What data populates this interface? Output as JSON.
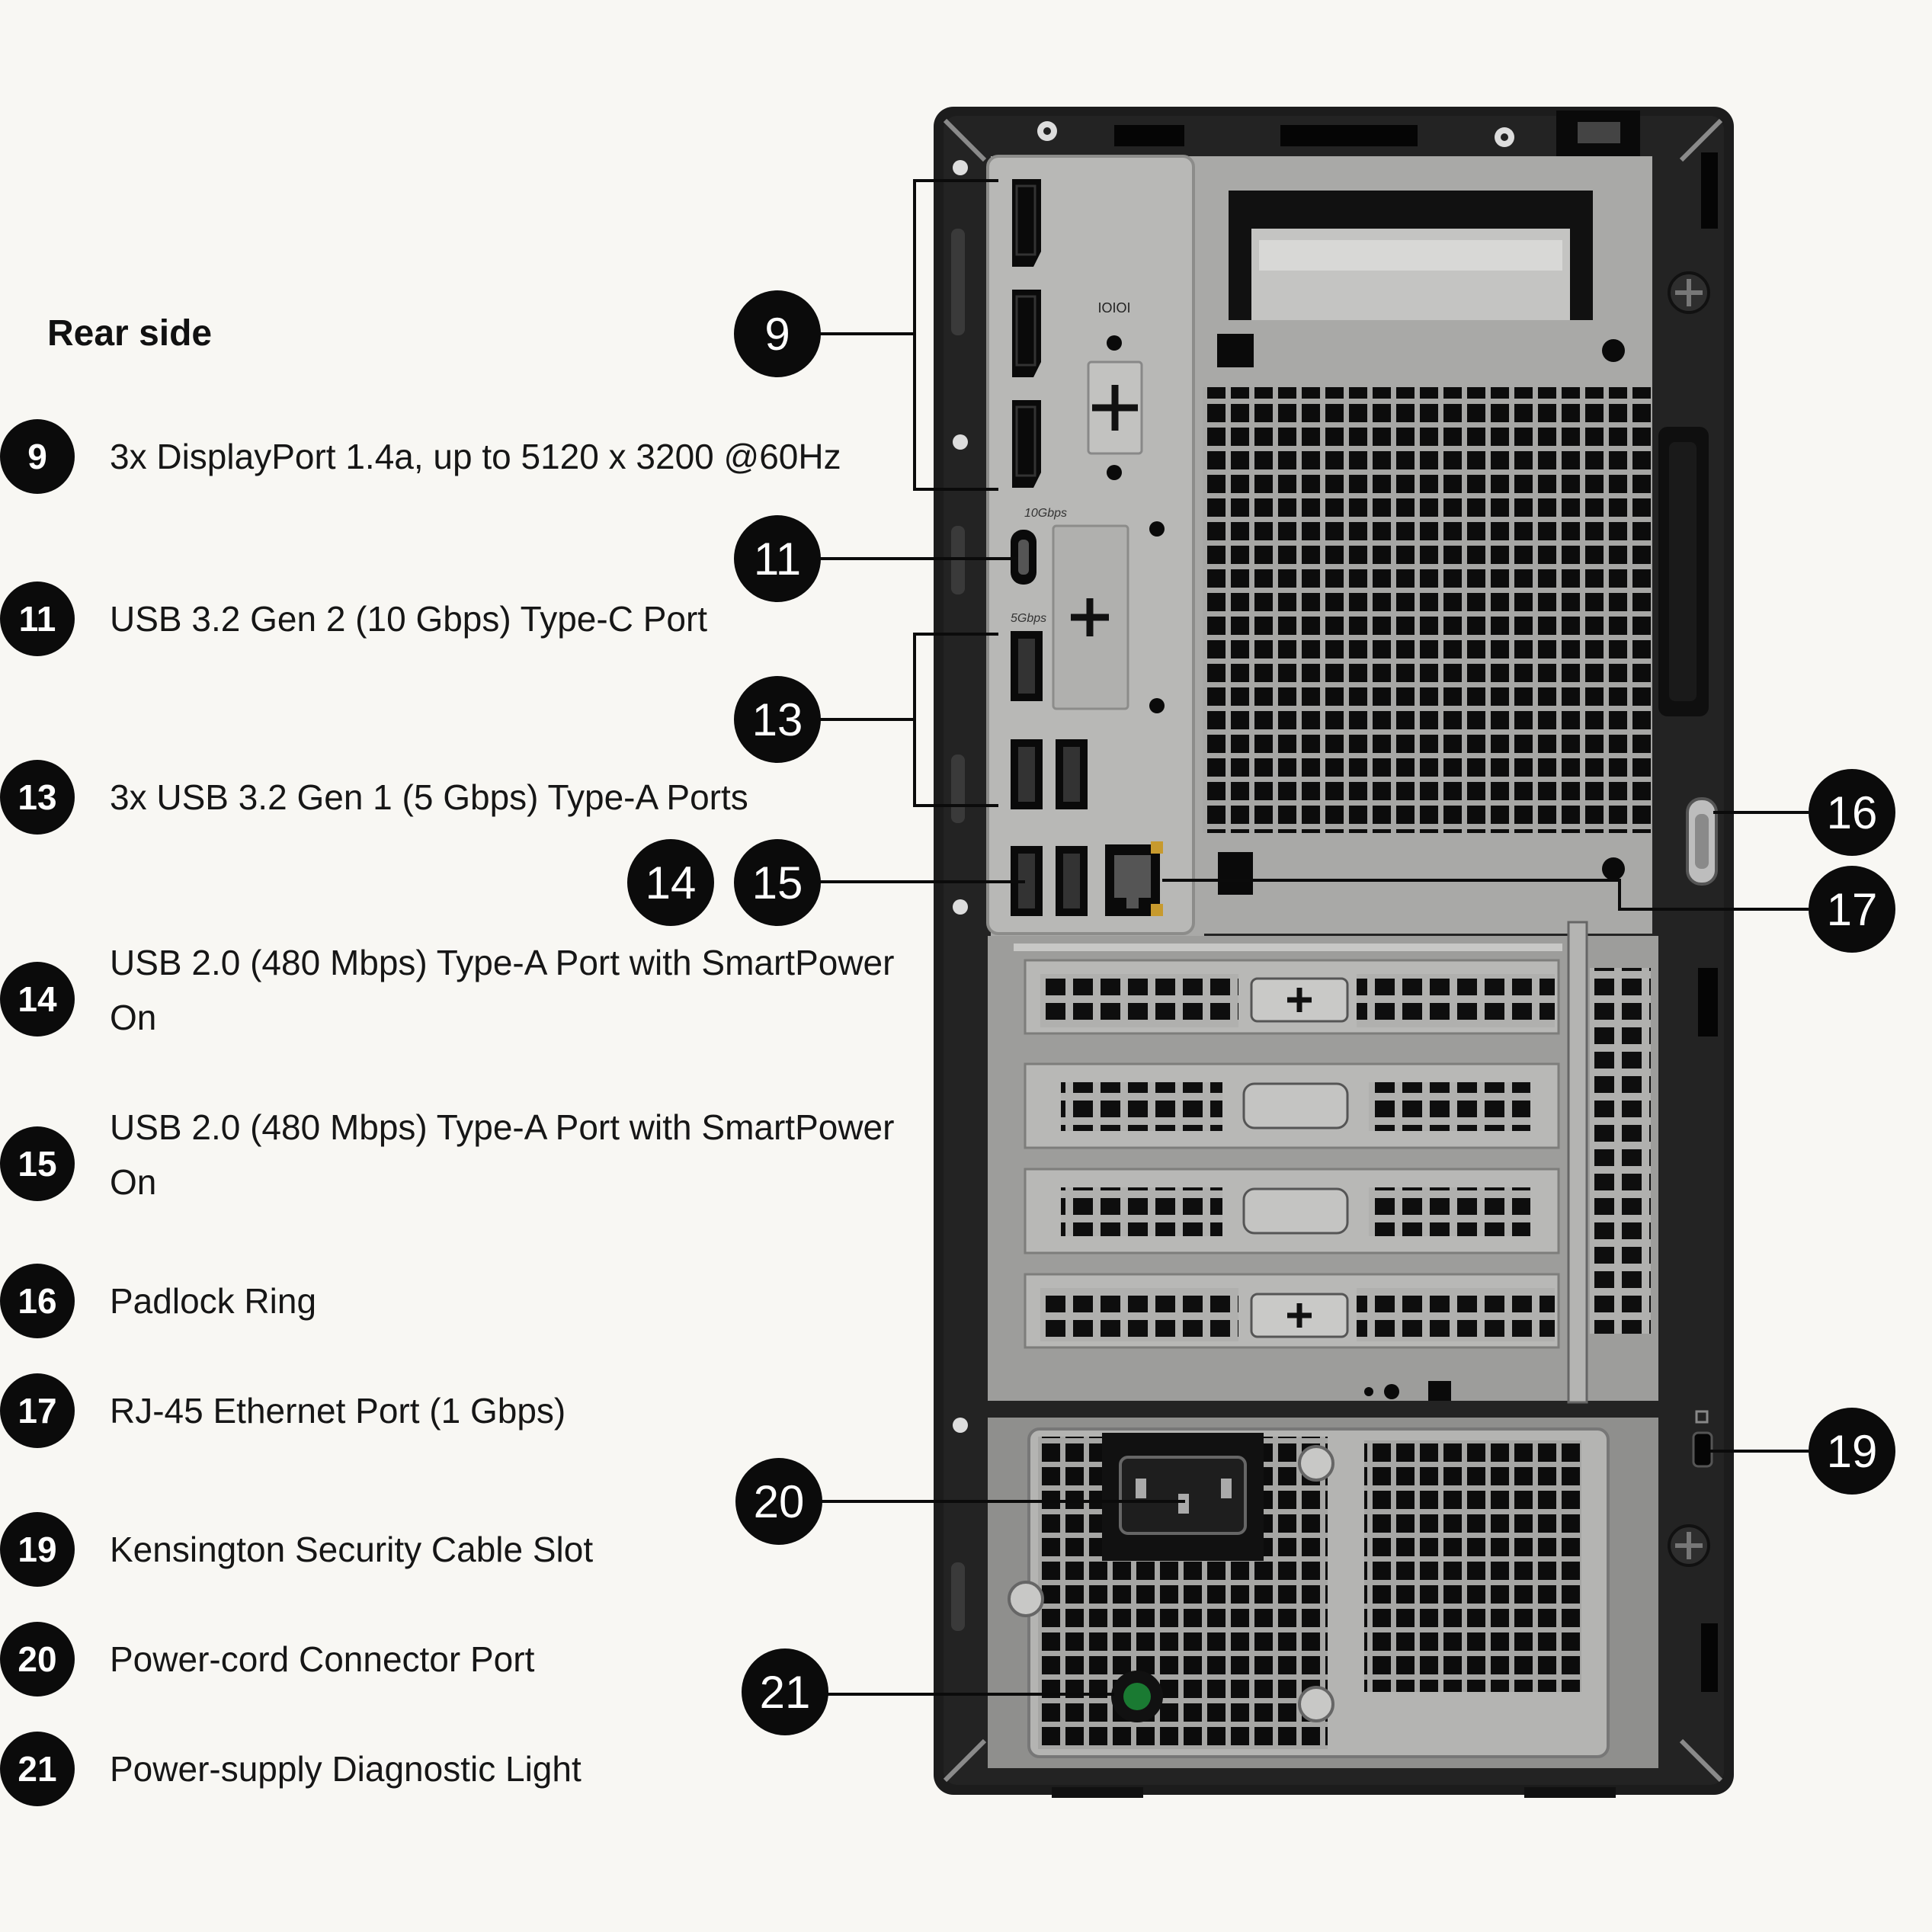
{
  "section_title": "Rear side",
  "colors": {
    "background": "#f8f7f3",
    "badge": "#0b0b0b",
    "badge_text": "#ffffff",
    "chassis": "#1c1c1c",
    "panel": "#a9a9a7"
  },
  "legend": [
    {
      "num": "9",
      "text": "3x DisplayPort 1.4a, up to 5120 x 3200 @60Hz"
    },
    {
      "num": "11",
      "text": "USB 3.2 Gen 2 (10 Gbps) Type-C Port"
    },
    {
      "num": "13",
      "text": "3x USB 3.2 Gen 1 (5 Gbps) Type-A Ports"
    },
    {
      "num": "14",
      "text": "USB 2.0 (480 Mbps) Type-A Port with SmartPower On"
    },
    {
      "num": "15",
      "text": "USB 2.0 (480 Mbps) Type-A Port with SmartPower On"
    },
    {
      "num": "16",
      "text": "Padlock Ring"
    },
    {
      "num": "17",
      "text": "RJ-45 Ethernet Port (1 Gbps)"
    },
    {
      "num": "19",
      "text": "Kensington Security Cable Slot"
    },
    {
      "num": "20",
      "text": "Power-cord Connector Port"
    },
    {
      "num": "21",
      "text": "Power-supply Diagnostic Light"
    }
  ],
  "callouts": [
    "9",
    "11",
    "13",
    "14",
    "15",
    "16",
    "17",
    "19",
    "20",
    "21"
  ],
  "port_marks": {
    "serial": "IOIOI",
    "usb_c_speed": "10Gbps",
    "usb_a_speed": "5Gbps"
  }
}
